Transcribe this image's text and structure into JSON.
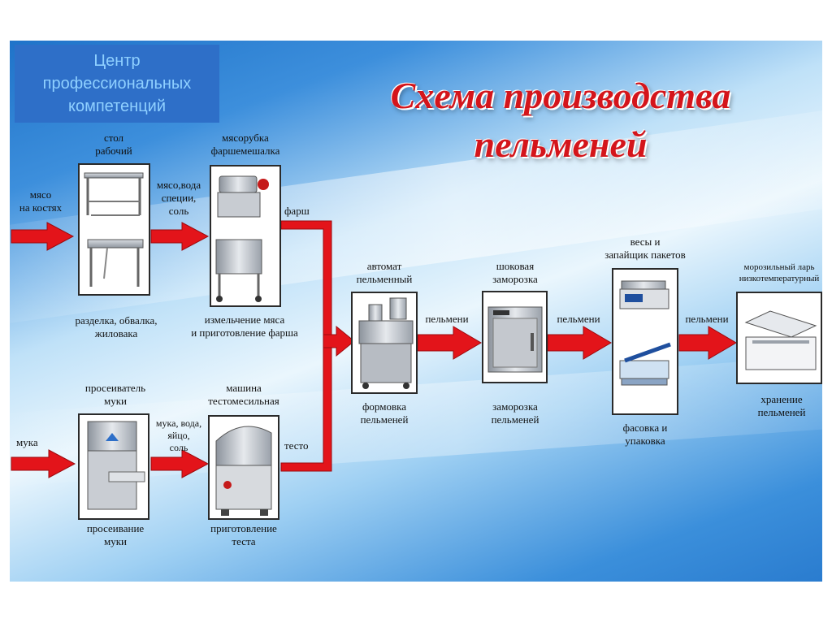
{
  "logo": {
    "lines": [
      "Центр",
      "профессиональных",
      "компетенций"
    ]
  },
  "title": {
    "line1": "Схема производства",
    "line2": "пельменей"
  },
  "colors": {
    "arrow": "#e3141a",
    "logo_bg": "#2e6fc8",
    "logo_text": "#8fd0ff",
    "title": "#d4151b"
  },
  "nodes": {
    "work_table": {
      "top": [
        "стол",
        "рабочий"
      ],
      "bottom": [
        "разделка, обвалка,",
        "жиловака"
      ]
    },
    "meat_grinder": {
      "top": [
        "мясорубка",
        "фаршемешалка"
      ],
      "bottom": [
        "измельчение мяса",
        "и приготовление фарша"
      ]
    },
    "flour_sifter": {
      "top": [
        "просеиватель",
        "муки"
      ],
      "bottom": [
        "просеивание",
        "муки"
      ]
    },
    "dough_mixer": {
      "top": [
        "машина",
        "тестомесильная"
      ],
      "bottom": [
        "приготовление",
        "теста"
      ]
    },
    "dumpling_machine": {
      "top": [
        "автомат",
        "пельменный"
      ],
      "bottom": [
        "формовка",
        "пельменей"
      ]
    },
    "blast_freezer": {
      "top": [
        "шоковая",
        "заморозка"
      ],
      "bottom": [
        "заморозка",
        "пельменей"
      ]
    },
    "scales_sealer": {
      "top": [
        "весы и",
        "запайщик пакетов"
      ],
      "bottom": [
        "фасовка и",
        "упаковка"
      ]
    },
    "freezer_chest": {
      "top": [
        "морозильный ларь",
        "низкотемпературный"
      ],
      "bottom": [
        "хранение",
        "пельменей"
      ]
    }
  },
  "arrows": {
    "meat_in": [
      "мясо",
      "на костях"
    ],
    "meat_spices": [
      "мясо,вода",
      "специи,",
      "соль"
    ],
    "farsh": "фарш",
    "flour_in": "мука",
    "flour_mix": [
      "мука, вода,",
      "яйцо,",
      "соль"
    ],
    "dough": "тесто",
    "dumplings_1": "пельмени",
    "dumplings_2": "пельмени",
    "dumplings_3": "пельмени"
  }
}
